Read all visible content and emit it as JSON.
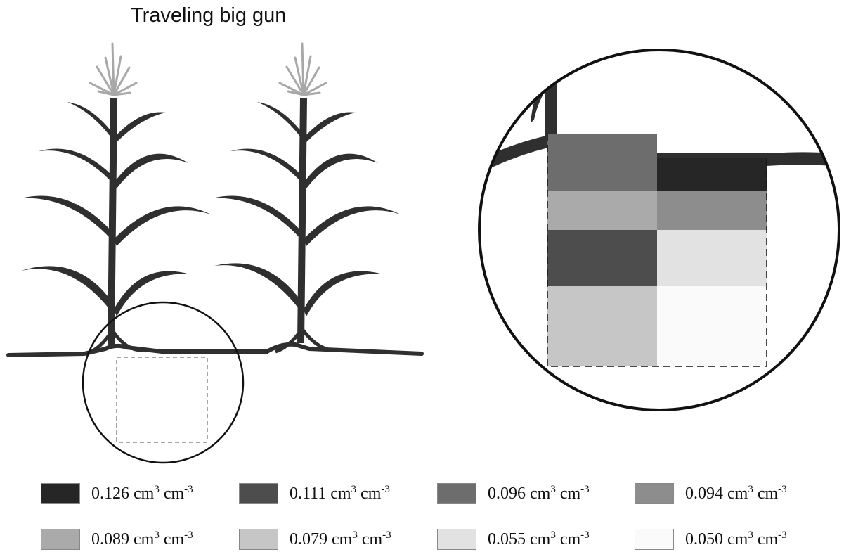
{
  "title": "Traveling big gun",
  "colors": {
    "plant": "#2f2f2f",
    "tassel": "#a8a8a8",
    "outline": "#111111",
    "dashed_box": "#888888"
  },
  "zoom_grid": {
    "columns": 2,
    "rows": 4,
    "cell_levels": [
      [
        "0.096",
        "0.126"
      ],
      [
        "0.089",
        "0.094"
      ],
      [
        "0.111",
        "0.055"
      ],
      [
        "0.079",
        "0.050"
      ]
    ]
  },
  "legend": [
    {
      "value": "0.126",
      "unit_a": "cm",
      "exp_a": "3",
      "unit_b": "cm",
      "exp_b": "-3",
      "color": "#262626"
    },
    {
      "value": "0.111",
      "unit_a": "cm",
      "exp_a": "3",
      "unit_b": "cm",
      "exp_b": "-3",
      "color": "#4d4d4d"
    },
    {
      "value": "0.096",
      "unit_a": "cm",
      "exp_a": "3",
      "unit_b": "cm",
      "exp_b": "-3",
      "color": "#6d6d6d"
    },
    {
      "value": "0.094",
      "unit_a": "cm",
      "exp_a": "3",
      "unit_b": "cm",
      "exp_b": "-3",
      "color": "#8d8d8d"
    },
    {
      "value": "0.089",
      "unit_a": "cm",
      "exp_a": "3",
      "unit_b": "cm",
      "exp_b": "-3",
      "color": "#aaaaaa"
    },
    {
      "value": "0.079",
      "unit_a": "cm",
      "exp_a": "3",
      "unit_b": "cm",
      "exp_b": "-3",
      "color": "#c6c6c6"
    },
    {
      "value": "0.055",
      "unit_a": "cm",
      "exp_a": "3",
      "unit_b": "cm",
      "exp_b": "-3",
      "color": "#e2e2e2"
    },
    {
      "value": "0.050",
      "unit_a": "cm",
      "exp_a": "3",
      "unit_b": "cm",
      "exp_b": "-3",
      "color": "#fafafa"
    }
  ]
}
